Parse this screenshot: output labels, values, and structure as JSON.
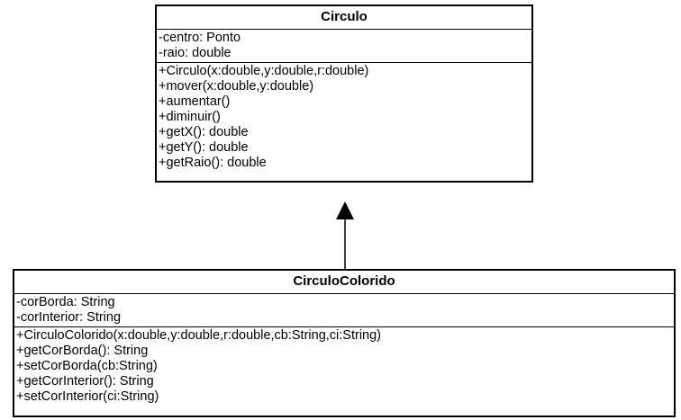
{
  "diagram": {
    "classes": [
      {
        "name": "Circulo",
        "attributes": [
          "-centro: Ponto",
          "-raio: double"
        ],
        "methods": [
          "+Circulo(x:double,y:double,r:double)",
          "+mover(x:double,y:double)",
          "+aumentar()",
          "+diminuir()",
          "+getX(): double",
          "+getY(): double",
          "+getRaio(): double"
        ]
      },
      {
        "name": "CirculoColorido",
        "attributes": [
          "-corBorda: String",
          "-corInterior: String"
        ],
        "methods": [
          "+CirculoColorido(x:double,y:double,r:double,cb:String,ci:String)",
          "+getCorBorda(): String",
          "+setCorBorda(cb:String)",
          "+getCorInterior(): String",
          "+setCorInterior(ci:String)"
        ]
      }
    ],
    "relationships": [
      {
        "type": "inheritance",
        "from": "CirculoColorido",
        "to": "Circulo"
      }
    ]
  }
}
